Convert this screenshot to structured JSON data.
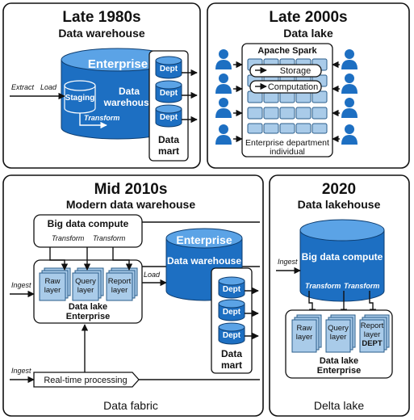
{
  "panel_1980s": {
    "title": "Late 1980s",
    "subtitle": "Data warehouse",
    "enterprise": "Enterprise",
    "staging": "Staging",
    "dw_line1": "Data",
    "dw_line2": "warehouse",
    "transform": "Transform",
    "extract": "Extract",
    "load": "Load",
    "dept": "Dept",
    "mart_line1": "Data",
    "mart_line2": "mart"
  },
  "panel_2000s": {
    "title": "Late 2000s",
    "subtitle": "Data lake",
    "spark": "Apache Spark",
    "storage": "Storage",
    "computation": "Computation",
    "bottom_line1": "Enterprise department",
    "bottom_line2": "individual"
  },
  "panel_2010s": {
    "title": "Mid 2010s",
    "subtitle": "Modern data warehouse",
    "big_data": "Big data compute",
    "transform": "Transform",
    "raw1": "Raw",
    "raw2": "layer",
    "query1": "Query",
    "query2": "layer",
    "report1": "Report",
    "report2": "layer",
    "lake_line1": "Data lake",
    "lake_line2": "Enterprise",
    "ingest": "Ingest",
    "load": "Load",
    "enterprise": "Enterprise",
    "dw": "Data warehouse",
    "dept": "Dept",
    "mart_line1": "Data",
    "mart_line2": "mart",
    "realtime": "Real-time processing",
    "fabric": "Data fabric"
  },
  "panel_2020": {
    "title": "2020",
    "subtitle": "Data lakehouse",
    "ingest": "Ingest",
    "big_data": "Big data compute",
    "transform": "Transform",
    "raw1": "Raw",
    "raw2": "layer",
    "query1": "Query",
    "query2": "layer",
    "report1": "Report",
    "report2": "layer",
    "report3": "DEPT",
    "lake_line1": "Data lake",
    "lake_line2": "Enterprise",
    "footer": "Delta lake"
  },
  "colors": {
    "cylinder": "#1d6fc2",
    "cylinder_top": "#5ba3e6",
    "light_cylinder": "#a9cbe9",
    "person": "#1d6fc2"
  }
}
